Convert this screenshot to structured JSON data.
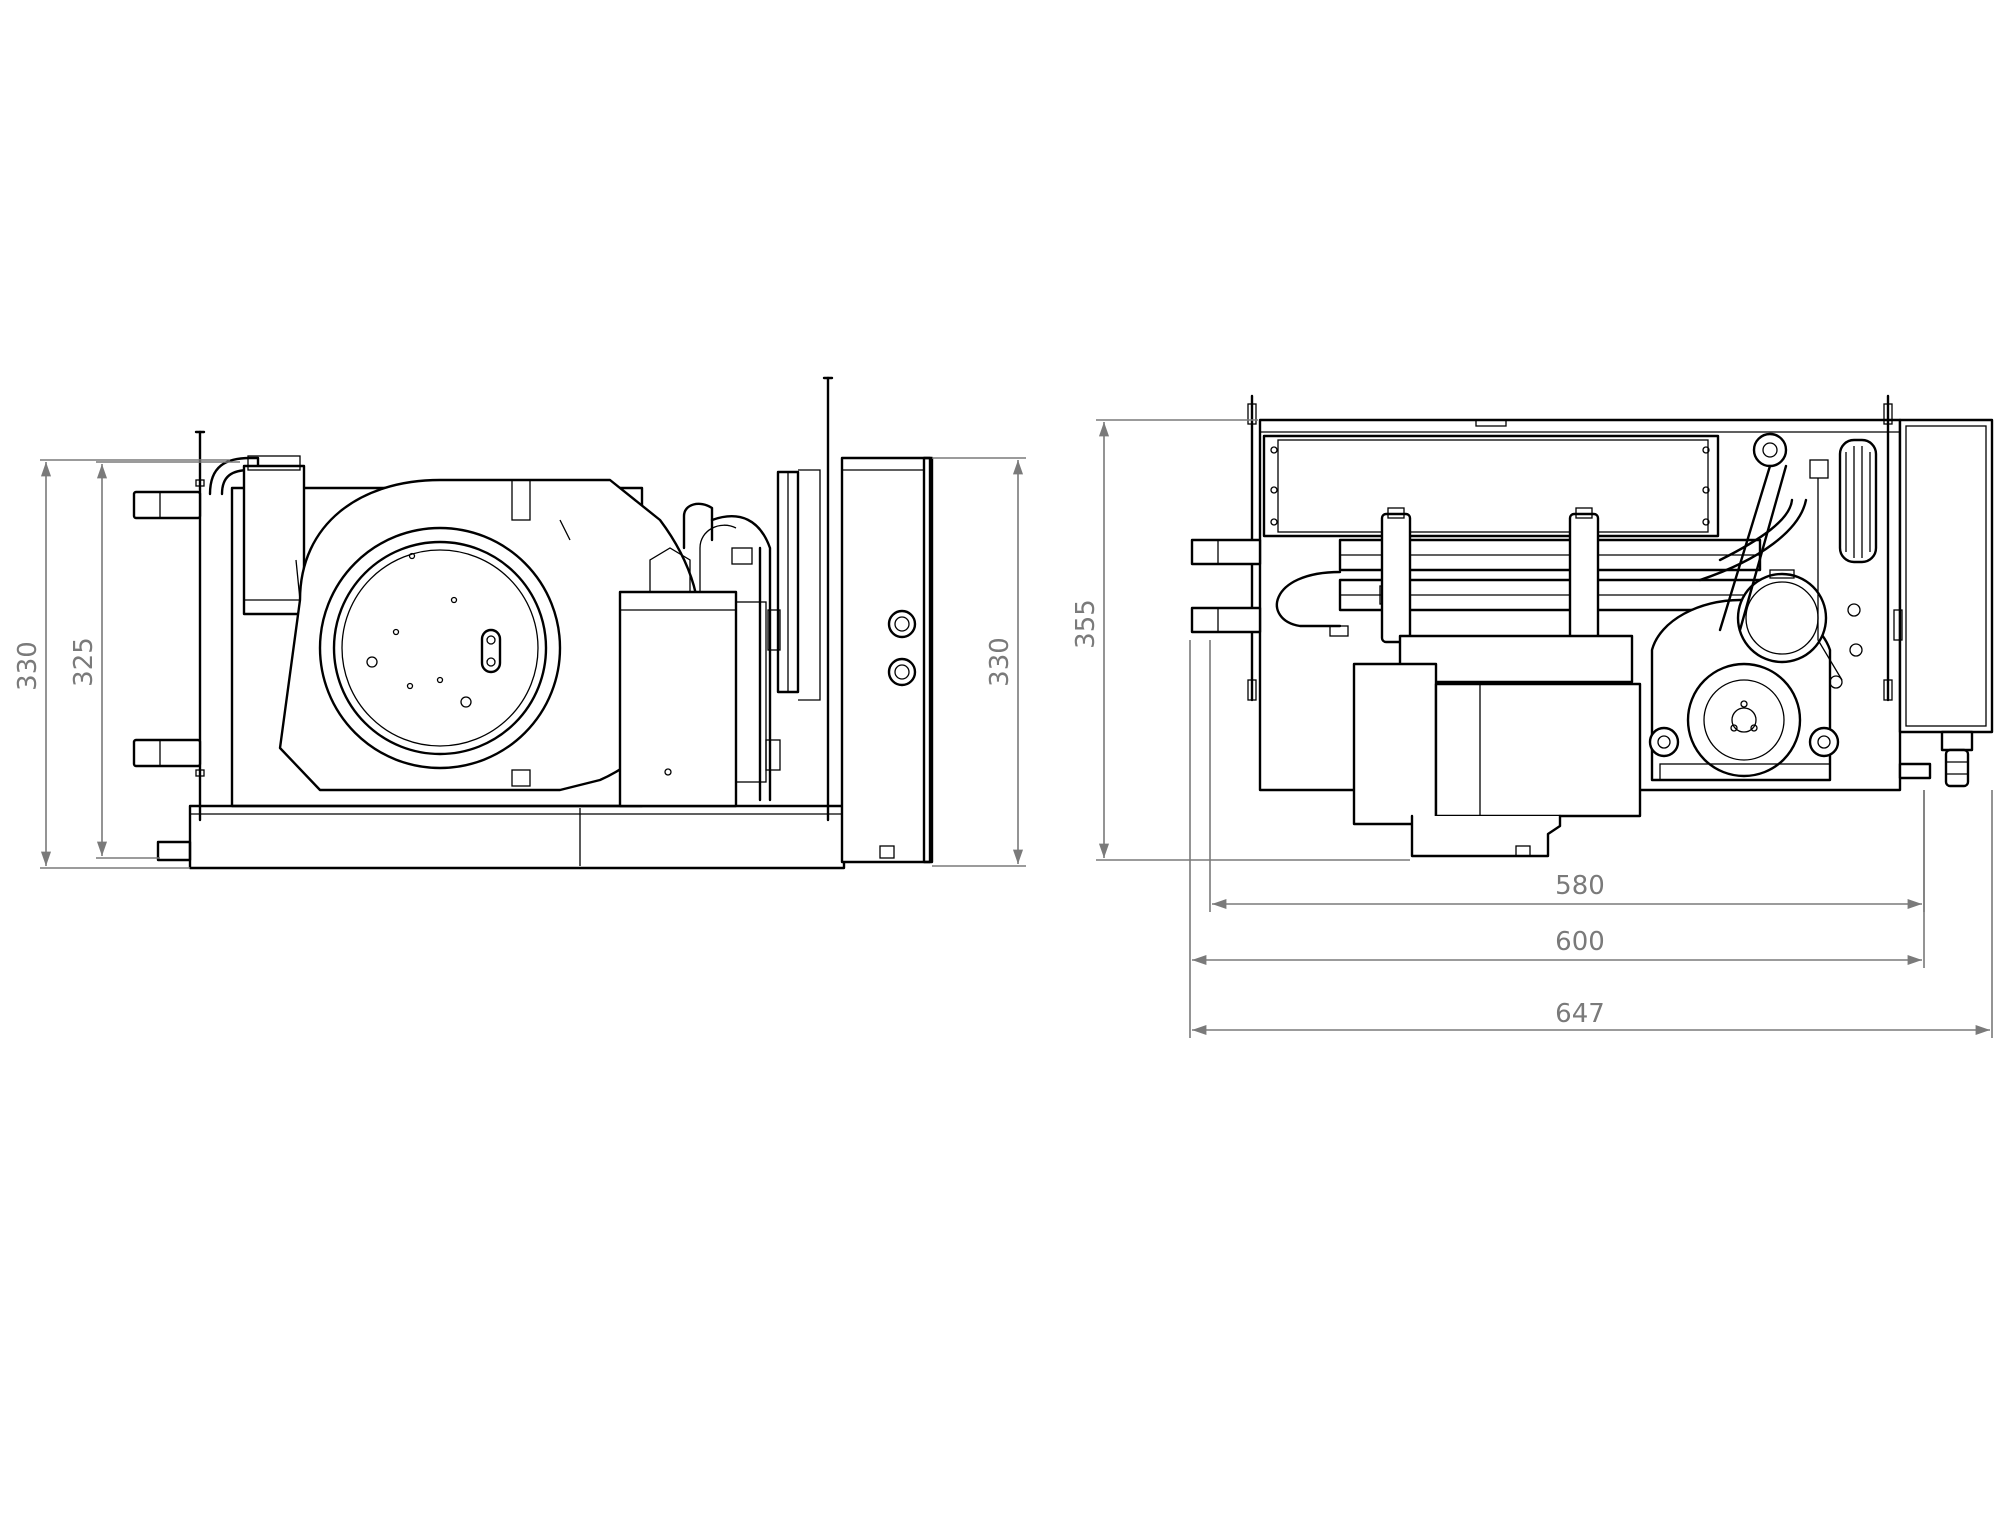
{
  "colors": {
    "line": "#000000",
    "dimension": "#7a7a7a",
    "background": "#ffffff"
  },
  "left_view": {
    "dim_overall_height": "330",
    "dim_inner_height": "325",
    "dim_right_height": "330"
  },
  "right_view": {
    "dim_height": "355",
    "dim_width_1": "580",
    "dim_width_2": "600",
    "dim_width_3": "647"
  }
}
